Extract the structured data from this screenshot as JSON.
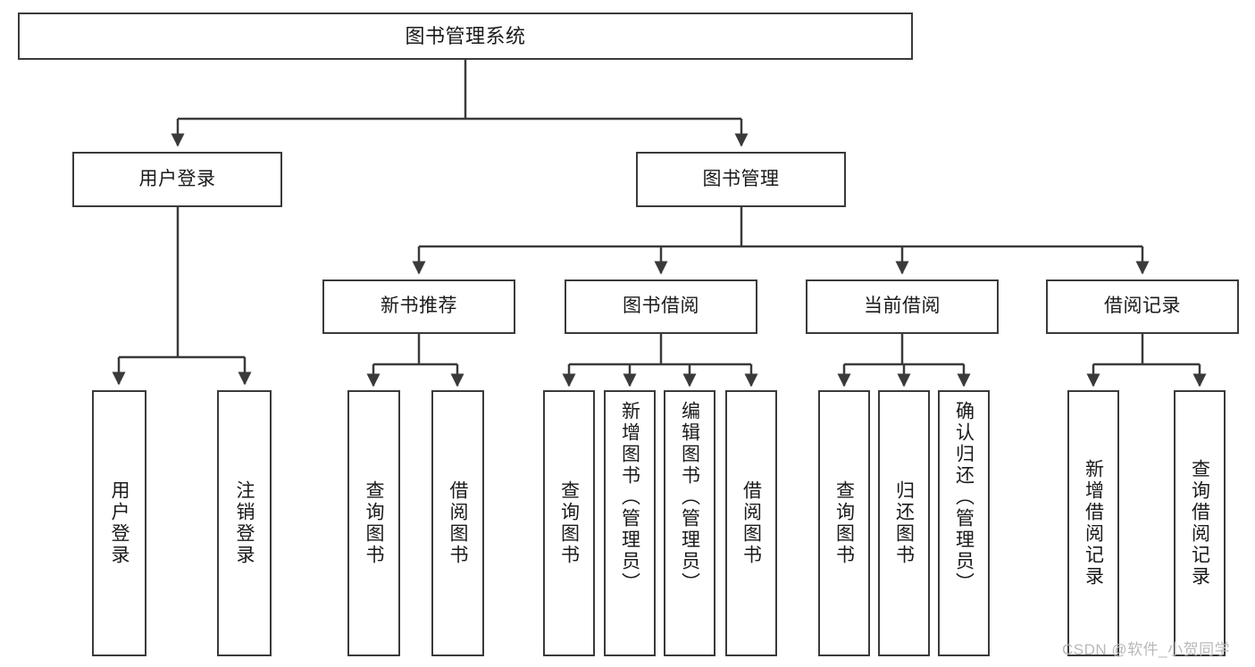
{
  "diagram": {
    "title": "图书管理系统",
    "type": "tree-hierarchy",
    "watermark": "CSDN @软件_小贺同学",
    "colors": {
      "box_border": "#3a3a3a",
      "box_fill": "#ffffff",
      "edge": "#3a3a3a",
      "text": "#1a1a1a",
      "watermark": "#b9b9b9"
    },
    "nodes": {
      "root": {
        "label": "图书管理系统"
      },
      "level2": [
        {
          "label": "用户登录"
        },
        {
          "label": "图书管理"
        }
      ],
      "level3": [
        {
          "label": "新书推荐"
        },
        {
          "label": "图书借阅"
        },
        {
          "label": "当前借阅"
        },
        {
          "label": "借阅记录"
        }
      ],
      "leaves_user_login": [
        {
          "label": "用户登录"
        },
        {
          "label": "注销登录"
        }
      ],
      "leaves_new_book": [
        {
          "label": "查询图书"
        },
        {
          "label": "借阅图书"
        }
      ],
      "leaves_borrow": [
        {
          "label": "查询图书"
        },
        {
          "label": "新增图书（管理员）"
        },
        {
          "label": "编辑图书（管理员）"
        },
        {
          "label": "借阅图书"
        }
      ],
      "leaves_current": [
        {
          "label": "查询图书"
        },
        {
          "label": "归还图书"
        },
        {
          "label": "确认归还（管理员）"
        }
      ],
      "leaves_records": [
        {
          "label": "新增借阅记录"
        },
        {
          "label": "查询借阅记录"
        }
      ]
    }
  }
}
